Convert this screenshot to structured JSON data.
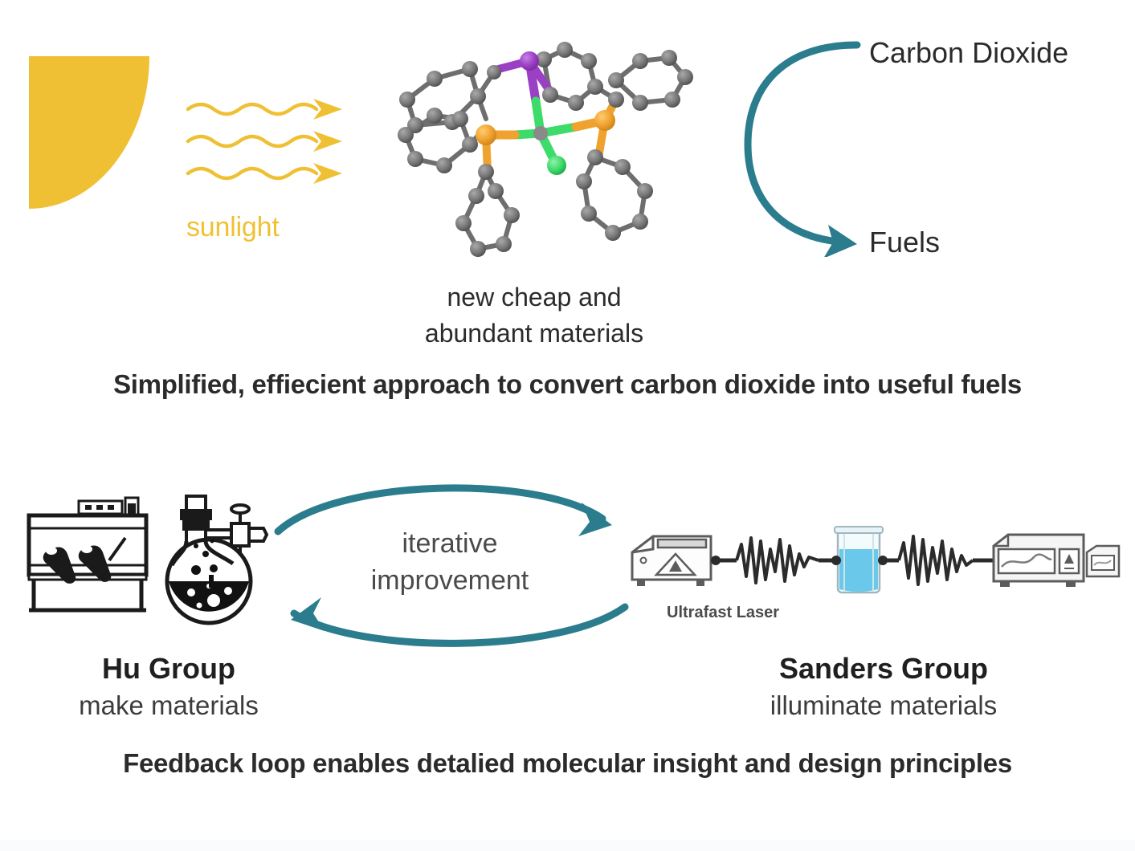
{
  "figure": {
    "type": "graphical-abstract",
    "background_color": "#ffffff"
  },
  "colors": {
    "sun_yellow": "#efc033",
    "sunlight_text": "#efc135",
    "teal_arrow": "#2b7d8e",
    "text_dark": "#2b2b2b",
    "molecule_metal": "#3ddc6a",
    "molecule_nitrogen": "#9b3fc4",
    "molecule_phosphorus": "#f0a22e",
    "molecule_carbon": "#6e6e6e",
    "cuvette_liquid": "#6ac9ea"
  },
  "top_panel": {
    "sun": {
      "icon": "sun-quarter-icon"
    },
    "sunlight_label": "sunlight",
    "rays": {
      "icon": "wavy-arrow-icon",
      "count": 3
    },
    "molecule": {
      "icon": "crystal-structure-icon",
      "atoms": [
        "metal",
        "nitrogen",
        "phosphorus",
        "phosphorus",
        "chloride"
      ]
    },
    "materials_caption_line1": "new cheap and",
    "materials_caption_line2": "abundant materials",
    "reaction_arrow": {
      "icon": "curved-arrow-icon"
    },
    "input_label": "Carbon Dioxide",
    "output_label": "Fuels",
    "caption": "Simplified, effiecient approach to convert carbon dioxide into useful fuels"
  },
  "bottom_panel": {
    "left_group": {
      "glovebox": {
        "icon": "glovebox-icon"
      },
      "flask": {
        "icon": "round-bottom-flask-icon"
      },
      "name": "Hu Group",
      "subtitle": "make materials"
    },
    "loop": {
      "label_line1": "iterative",
      "label_line2": "improvement",
      "arrow_top": {
        "icon": "curved-arrow-right-icon"
      },
      "arrow_bottom": {
        "icon": "curved-arrow-left-icon"
      }
    },
    "right_group": {
      "laser": {
        "icon": "laser-box-icon"
      },
      "cuvette": {
        "icon": "cuvette-icon"
      },
      "detector": {
        "icon": "spectrometer-icon"
      },
      "laser_label": "Ultrafast Laser",
      "name": "Sanders Group",
      "subtitle": "illuminate materials"
    },
    "caption": "Feedback loop enables detalied molecular insight and design principles"
  }
}
